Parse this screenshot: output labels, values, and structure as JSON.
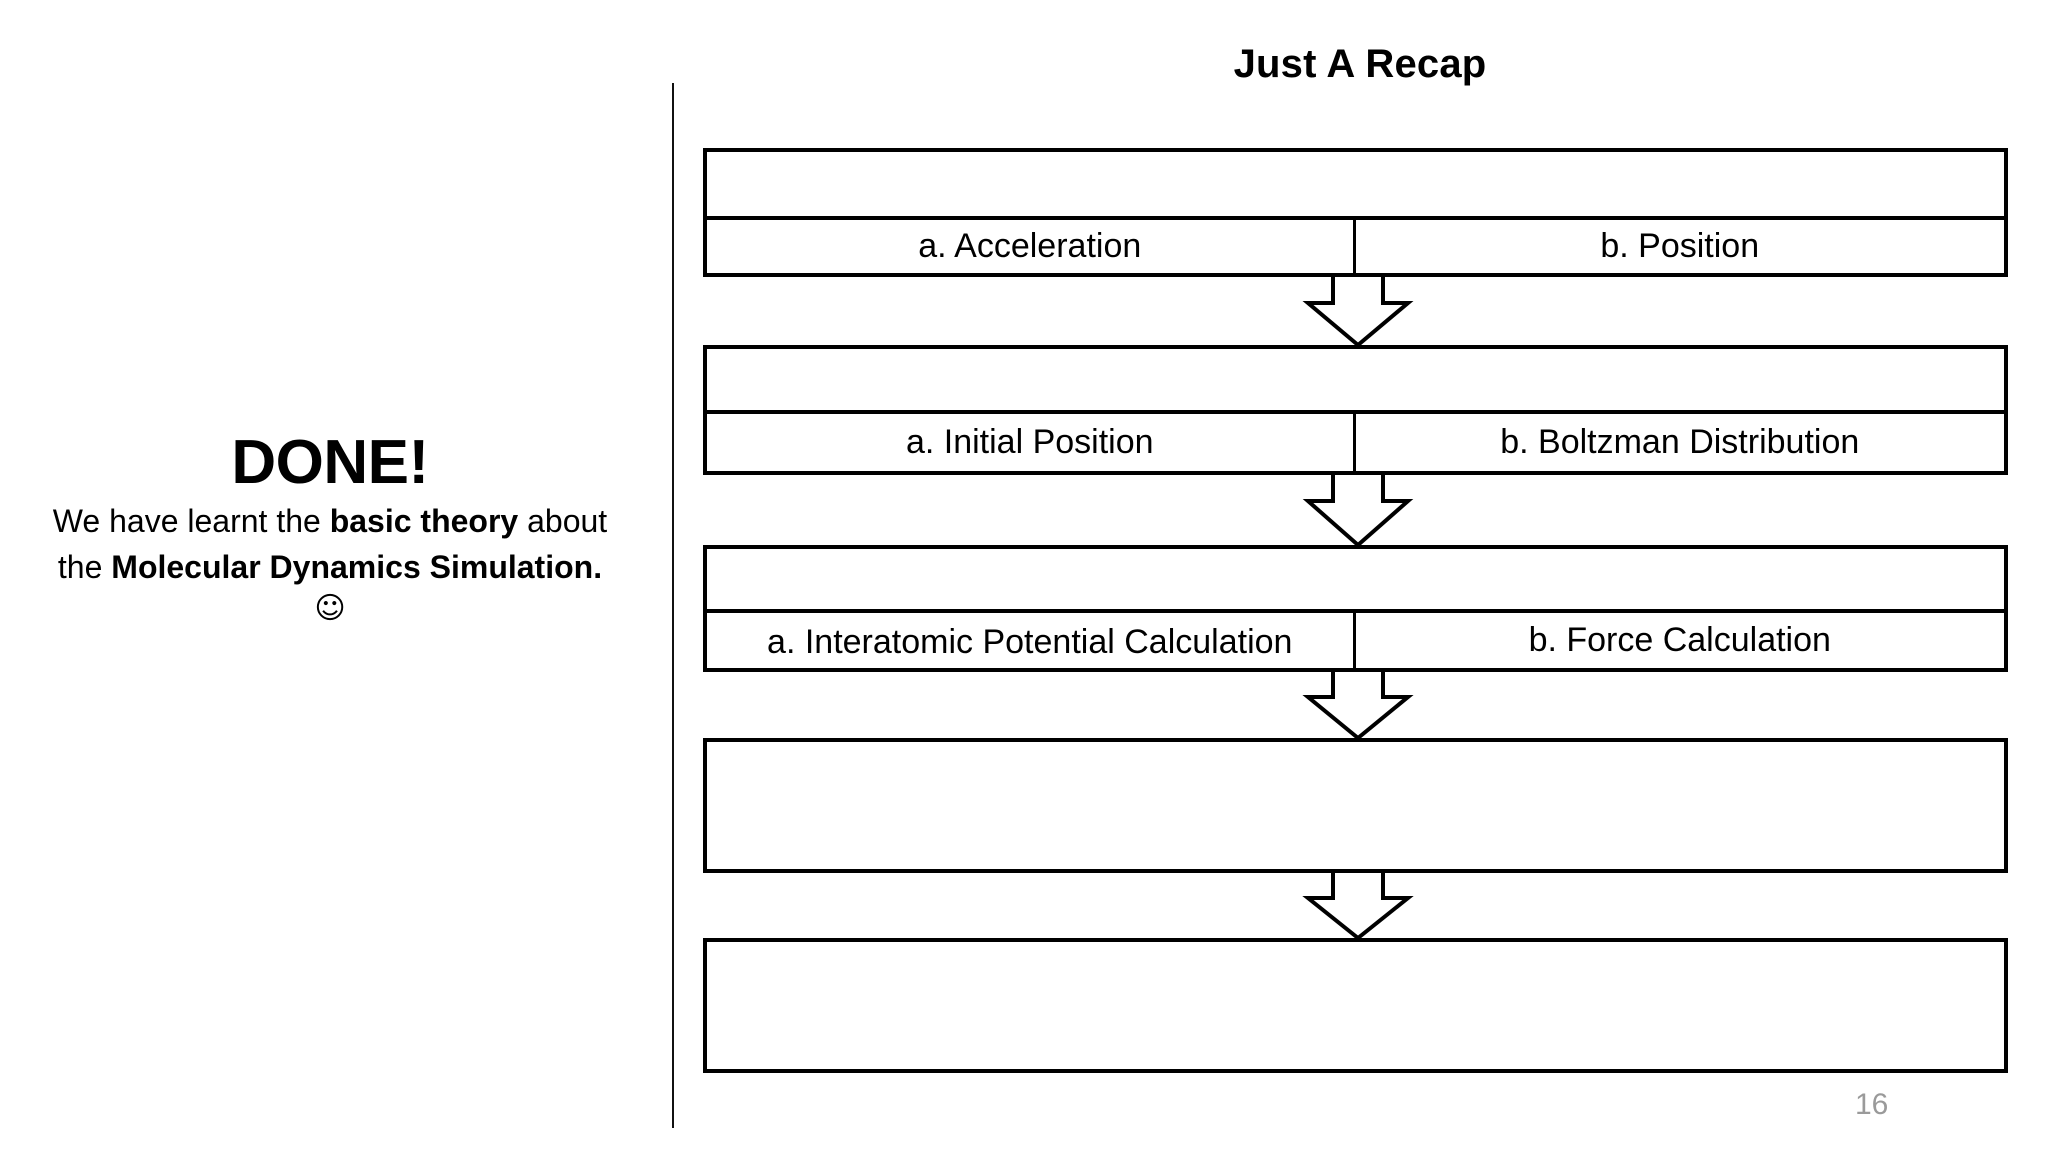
{
  "slide": {
    "title": "Just A Recap",
    "page_number": "16",
    "page_number_color": "#9a9a9a"
  },
  "left_panel": {
    "heading": "DONE!",
    "body_line_1_part_1": "We have learnt the ",
    "body_line_1_bold": "basic theory",
    "body_line_1_part_2": " about",
    "body_line_2_part_1": "the ",
    "body_line_2_bold": "Molecular Dynamics Simulation.",
    "smiley": "☺"
  },
  "flowchart": {
    "steps": [
      {
        "header": "",
        "cell_a": "a. Acceleration",
        "cell_b": "b. Position",
        "split": true
      },
      {
        "header": "",
        "cell_a": "a. Initial Position",
        "cell_b": "b. Boltzman Distribution",
        "split": true
      },
      {
        "header": "",
        "cell_a": "a. Interatomic Potential Calculation",
        "cell_b": "b. Force Calculation",
        "split": true
      },
      {
        "header": "",
        "cell_a": "",
        "cell_b": "",
        "split": false
      },
      {
        "header": "",
        "cell_a": "",
        "cell_b": "",
        "split": false
      }
    ],
    "arrow_count": 4,
    "border_color": "#000000"
  }
}
